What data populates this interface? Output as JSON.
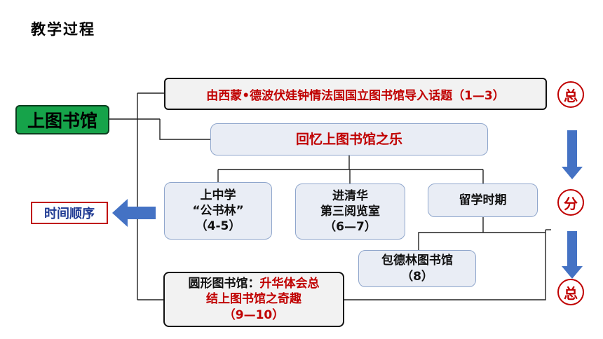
{
  "heading": "教学过程",
  "root": "上图书馆",
  "intro": "由西蒙•德波伏娃钟情法国国立图书馆导入话题（1—3）",
  "recall": "回忆上图书馆之乐",
  "stage1": {
    "line1": "上中学",
    "line2": "“公书林”",
    "line3": "（4-5）"
  },
  "stage2": {
    "line1": "进清华",
    "line2": "第三阅览室",
    "line3": "（6—7）"
  },
  "stage3": {
    "line1": "留学时期"
  },
  "stage4": {
    "line1": "包德林图书馆",
    "line2": "（8）"
  },
  "summary": {
    "line1_black": "圆形图书馆：",
    "line1_red": "升华体会总",
    "line2": "结上图书馆之奇趣",
    "line3": "（9—10）"
  },
  "time_order": "时间顺序",
  "markers": [
    "总",
    "分",
    "总"
  ],
  "colors": {
    "accent_red": "#c00000",
    "green": "#16a34a",
    "arrow_blue": "#4472c4"
  }
}
